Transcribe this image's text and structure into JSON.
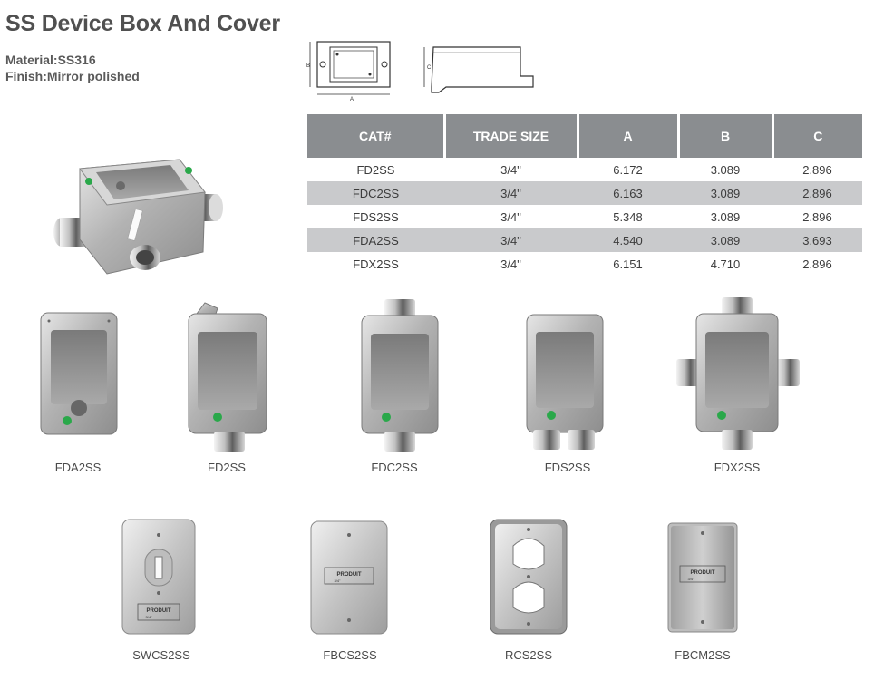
{
  "page": {
    "title": "SS Device Box And Cover",
    "material": "Material:SS316",
    "finish": "Finish:Mirror polished"
  },
  "drawing": {
    "dim_a": "A",
    "dim_b": "B",
    "dim_c": "C"
  },
  "table": {
    "headers": [
      "CAT#",
      "TRADE SIZE",
      "A",
      "B",
      "C"
    ],
    "rows": [
      [
        "FD2SS",
        "3/4\"",
        "6.172",
        "3.089",
        "2.896"
      ],
      [
        "FDC2SS",
        "3/4\"",
        "6.163",
        "3.089",
        "2.896"
      ],
      [
        "FDS2SS",
        "3/4\"",
        "5.348",
        "3.089",
        "2.896"
      ],
      [
        "FDA2SS",
        "3/4\"",
        "4.540",
        "3.089",
        "3.693"
      ],
      [
        "FDX2SS",
        "3/4\"",
        "6.151",
        "4.710",
        "2.896"
      ]
    ]
  },
  "boxes": [
    "FDA2SS",
    "FD2SS",
    "FDC2SS",
    "FDS2SS",
    "FDX2SS"
  ],
  "covers": [
    "SWCS2SS",
    "FBCS2SS",
    "RCS2SS",
    "FBCM2SS"
  ],
  "cover_stamp": {
    "brand": "PRODUIT",
    "size": "3/4\""
  },
  "colors": {
    "header_bg": "#8a8d90",
    "row_alt_bg": "#c9cacc",
    "screw_green": "#2aa84a"
  }
}
